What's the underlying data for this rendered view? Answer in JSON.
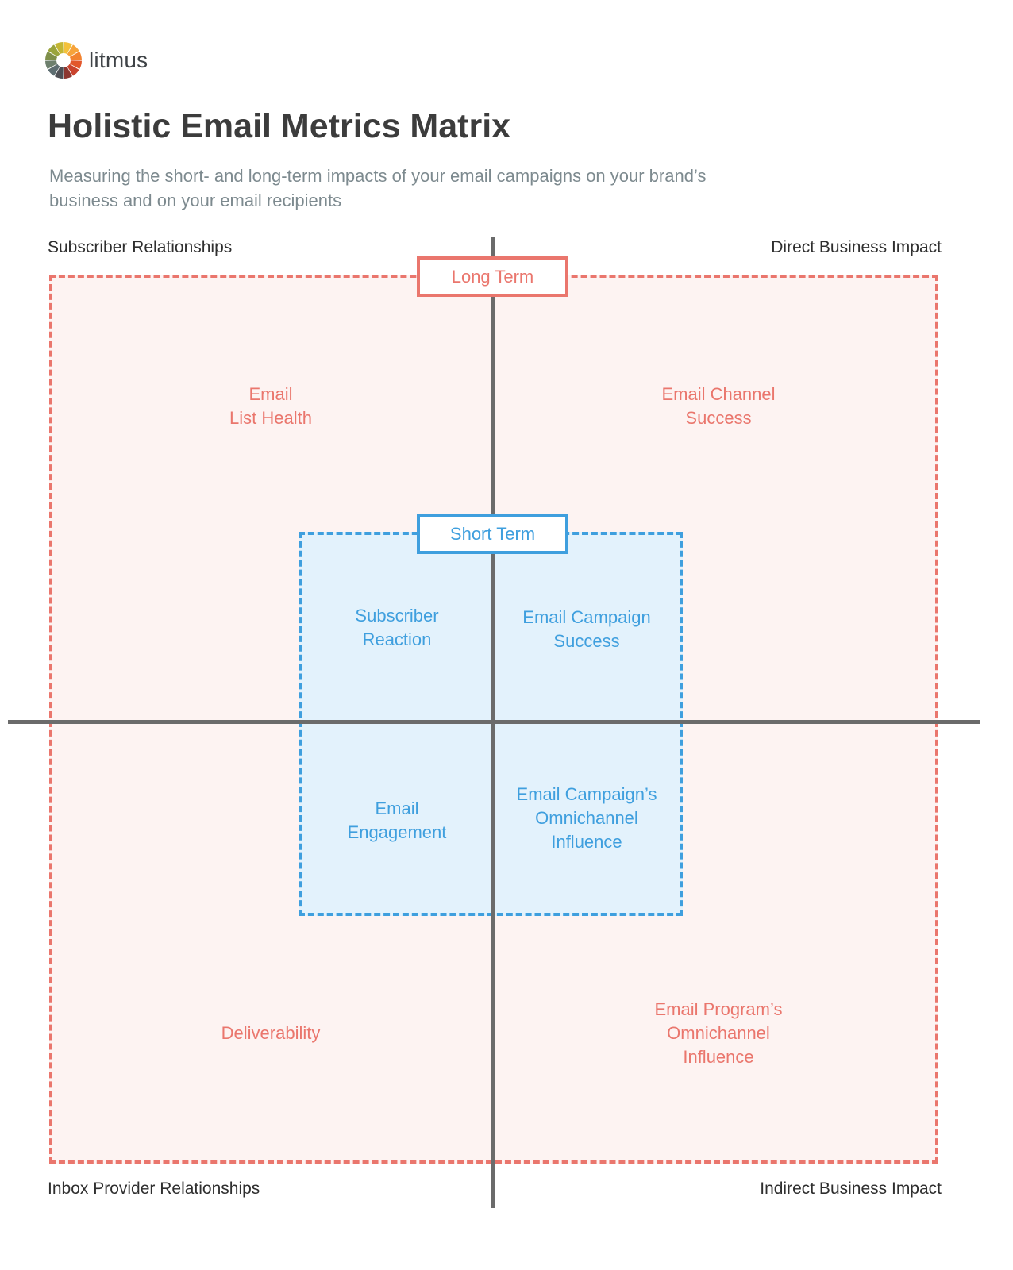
{
  "brand": {
    "name": "litmus",
    "logo_icon": "litmus-wheel-logo",
    "logo_colors": [
      "#f3c13c",
      "#f6a33a",
      "#f2832f",
      "#e2572c",
      "#c9432d",
      "#8c3630",
      "#4e4f55",
      "#5d6d71",
      "#6d7f6d",
      "#7f8f4a",
      "#9aa43c",
      "#c3b634"
    ]
  },
  "header": {
    "title": "Holistic Email Metrics Matrix",
    "subtitle": "Measuring the short- and long-term impacts of your email campaigns on your brand’s business and on your email recipients"
  },
  "corners": {
    "top_left": "Subscriber Relationships",
    "top_right": "Direct Business Impact",
    "bottom_left": "Inbox Provider Relationships",
    "bottom_right": "Indirect Business Impact"
  },
  "zones": {
    "long_term": {
      "label": "Long Term",
      "color": "#ea766d",
      "fill": "#fdf3f2",
      "quadrants": {
        "top_left": [
          "Email",
          "List Health"
        ],
        "top_right": [
          "Email Channel",
          "Success"
        ],
        "bottom_left": [
          "Deliverability"
        ],
        "bottom_right": [
          "Email Program’s",
          "Omnichannel",
          "Influence"
        ]
      }
    },
    "short_term": {
      "label": "Short Term",
      "color": "#3f9fde",
      "fill": "#e3f2fc",
      "quadrants": {
        "top_left": [
          "Subscriber",
          "Reaction"
        ],
        "top_right": [
          "Email Campaign",
          "Success"
        ],
        "bottom_left": [
          "Email",
          "Engagement"
        ],
        "bottom_right": [
          "Email Campaign’s",
          "Omnichannel",
          "Influence"
        ]
      }
    }
  },
  "axis_color": "#6b6b6b"
}
